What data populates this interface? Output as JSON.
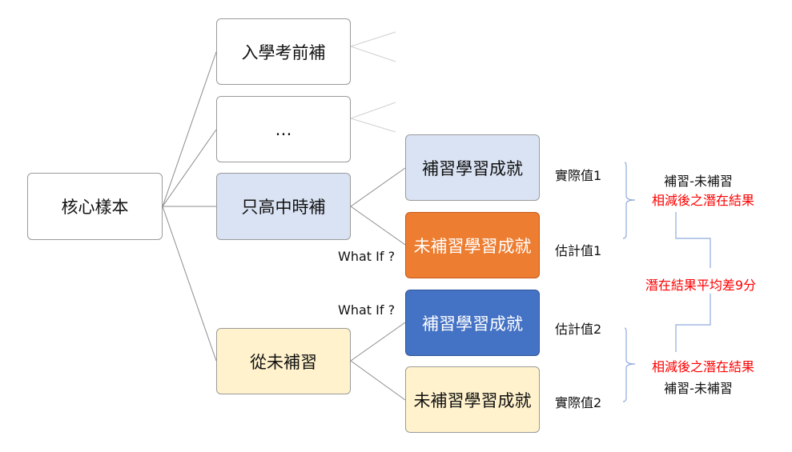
{
  "root": "核心樣本",
  "level1": [
    "入學考前補",
    "…",
    "只高中時補",
    "從未補習"
  ],
  "level2": [
    "補習學習成就",
    "未補習學習成就",
    "補習學習成就",
    "未補習學習成就"
  ],
  "what_if": [
    "What If ?",
    "What If ?"
  ],
  "values": [
    "實際值1",
    "估計值1",
    "估計值2",
    "實際值2"
  ],
  "top_result": {
    "line1": "補習-未補習",
    "line2": "相減後之潛在結果"
  },
  "bottom_result": {
    "line1": "相減後之潛在結果",
    "line2": "補習-未補習"
  },
  "mean_diff": "潛在結果平均差9分",
  "colors": {
    "light_blue": "#dae3f3",
    "orange": "#ed7d31",
    "blue": "#4472c4",
    "light_yellow": "#fff2cc",
    "red": "#ff0000",
    "connector": "#8faadc"
  }
}
